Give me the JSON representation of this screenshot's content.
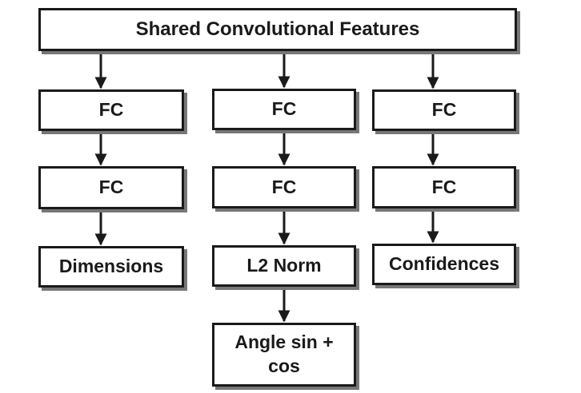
{
  "diagram": {
    "top": {
      "label": "Shared Convolutional Features"
    },
    "branches": [
      {
        "fc1": "FC",
        "fc2": "FC",
        "output": "Dimensions"
      },
      {
        "fc1": "FC",
        "fc2": "FC",
        "output": "L2 Norm",
        "final_line1": "Angle sin +",
        "final_line2": "cos"
      },
      {
        "fc1": "FC",
        "fc2": "FC",
        "output": "Confidences"
      }
    ],
    "colors": {
      "stroke": "#1a1a1a",
      "shadow": "#777777",
      "fill": "#ffffff"
    }
  }
}
